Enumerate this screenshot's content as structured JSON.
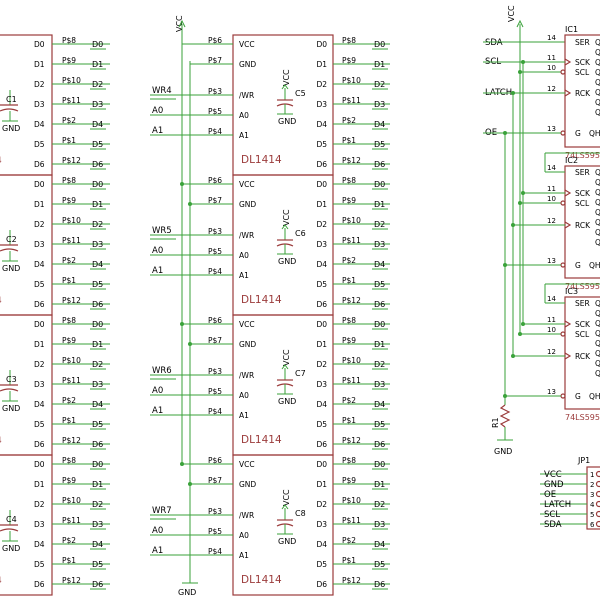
{
  "left_chip": {
    "pins": [
      "D0",
      "D1",
      "D2",
      "D3",
      "D4",
      "D5",
      "D6"
    ],
    "pads": [
      "P$8",
      "P$9",
      "P$10",
      "P$11",
      "P$2",
      "P$1",
      "P$12"
    ],
    "nets": [
      "D0",
      "D1",
      "D2",
      "D3",
      "D4",
      "D5",
      "D6"
    ],
    "caps": [
      "C1",
      "C2",
      "C3",
      "C4"
    ],
    "cap_ground": "GND",
    "partial_suffix": "4"
  },
  "dl_chips": [
    {
      "wr": "WR4",
      "cap": "C5"
    },
    {
      "wr": "WR5",
      "cap": "C6"
    },
    {
      "wr": "WR6",
      "cap": "C7"
    },
    {
      "wr": "WR7",
      "cap": "C8"
    }
  ],
  "dl_common": {
    "name": "DL1414",
    "left_pins": [
      "VCC",
      "GND",
      "/WR",
      "A0",
      "A1"
    ],
    "left_pads": [
      "P$6",
      "P$7",
      "P$3",
      "P$5",
      "P$4"
    ],
    "right_pins": [
      "D0",
      "D1",
      "D2",
      "D3",
      "D4",
      "D5",
      "D6"
    ],
    "right_pads": [
      "P$8",
      "P$9",
      "P$10",
      "P$11",
      "P$2",
      "P$1",
      "P$12"
    ],
    "right_nets": [
      "D0",
      "D1",
      "D2",
      "D3",
      "D4",
      "D5",
      "D6"
    ],
    "addr_nets": [
      "A0",
      "A1"
    ],
    "cap_vcc": "VCC",
    "cap_gnd": "GND"
  },
  "power": {
    "vcc": "VCC",
    "gnd": "GND"
  },
  "shift_registers": {
    "names": [
      "IC1",
      "IC2",
      "IC3"
    ],
    "part": "74LS595",
    "pins": [
      "SER",
      "SCK",
      "SCL",
      "RCK",
      "G",
      "QH"
    ],
    "pin_numbers": [
      "14",
      "11",
      "10",
      "12",
      "13"
    ],
    "q_partial": "Q"
  },
  "signals": {
    "sda": "SDA",
    "scl": "SCL",
    "latch": "LATCH",
    "oe": "OE",
    "vcc": "VCC"
  },
  "resistor": {
    "name": "R1",
    "gnd": "GND"
  },
  "connector": {
    "name": "JP1",
    "labels": [
      "VCC",
      "GND",
      "OE",
      "LATCH",
      "SCL",
      "SDA"
    ],
    "numbers": [
      "1",
      "2",
      "3",
      "4",
      "5",
      "6"
    ]
  }
}
